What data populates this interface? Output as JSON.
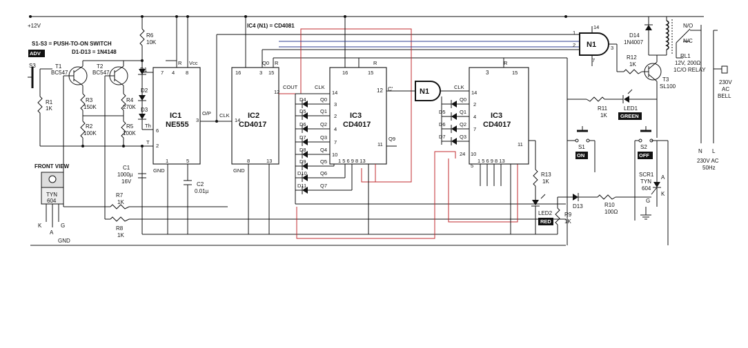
{
  "supply": {
    "vcc": "+12V",
    "gnd": "GND"
  },
  "notes": {
    "switches": "S1-S3 = PUSH-TO-ON SWITCH",
    "diodes": "D1-D13 = 1N4148",
    "ic4": "IC4 (N1) = CD4081",
    "front_view": "FRONT VIEW"
  },
  "tags": {
    "adv": "ADV",
    "on": "ON",
    "off": "OFF",
    "green": "GREEN",
    "red": "RED"
  },
  "ic1": {
    "name": "IC1",
    "part": "NE555",
    "pins": {
      "p7": "7",
      "p4": "4",
      "p8": "8",
      "p6": "6",
      "p2": "2",
      "p3": "3",
      "p1": "1",
      "p5": "5",
      "r": "R",
      "vcc": "Vcc",
      "th": "Th",
      "t": "T",
      "op": "O/P",
      "gnd": "GND"
    }
  },
  "ic2": {
    "name": "IC2",
    "part": "CD4017",
    "pins": {
      "p16": "16",
      "p3": "3",
      "p15": "15",
      "p12": "12",
      "p14": "14",
      "p8": "8",
      "p13": "13",
      "q0": "Q0",
      "r": "R",
      "cout": "COUT",
      "clk": "CLK",
      "gnd": "GND"
    }
  },
  "ic3a": {
    "name": "IC3",
    "part": "CD4017",
    "pins": {
      "p16": "16",
      "p15": "15",
      "r": "R",
      "clk": "CLK",
      "p14": "14",
      "p3": "3",
      "p2": "2",
      "p4": "4",
      "p7": "7",
      "p10": "10",
      "p11": "11",
      "bottom": "1 5 6 9 8 13",
      "q9": "Q9",
      "p12": "12",
      "c": "C'"
    },
    "outputs": [
      "Q0",
      "Q1",
      "Q2",
      "Q3",
      "Q4",
      "Q5",
      "Q6",
      "Q7"
    ],
    "diodes": [
      "D4",
      "D5",
      "D6",
      "D7",
      "D8",
      "D9",
      "D10",
      "D11"
    ]
  },
  "ic3b": {
    "name": "IC3",
    "part": "CD4017",
    "pins": {
      "p3": "3",
      "r": "R",
      "p15": "15",
      "clk": "CLK",
      "p14": "14",
      "p2": "2",
      "p4": "4",
      "p7": "7",
      "p10": "10",
      "p11": "11",
      "p5": "5",
      "bottom": "1 5 6 9 8 13",
      "p24": "24"
    },
    "outputs": [
      "Q0",
      "Q1",
      "Q2",
      "Q3"
    ],
    "diodes": [
      "D5",
      "D6",
      "D7"
    ]
  },
  "gate_mid": {
    "name": "N1"
  },
  "gate_top": {
    "name": "N1",
    "p1": "1",
    "p2": "2",
    "p3": "3",
    "p7": "7",
    "p14": "14"
  },
  "transistors": {
    "t1": "T1",
    "t1p": "BC547",
    "t2": "T2",
    "t2p": "BC547",
    "t3": "T3",
    "t3p": "SL100"
  },
  "resistors": {
    "r1": [
      "R1",
      "1K"
    ],
    "r2": [
      "R2",
      "100K"
    ],
    "r3": [
      "R3",
      "150K"
    ],
    "r4": [
      "R4",
      "270K"
    ],
    "r5": [
      "R5",
      "100K"
    ],
    "r6": [
      "R6",
      "10K"
    ],
    "r7": [
      "R7",
      "1K"
    ],
    "r8": [
      "R8",
      "1K"
    ],
    "r9": [
      "R9",
      "1K"
    ],
    "r10": [
      "R10",
      "100Ω"
    ],
    "r11": [
      "R11",
      "1K"
    ],
    "r12": [
      "R12",
      "1K"
    ],
    "r13": [
      "R13",
      "1K"
    ]
  },
  "caps": {
    "c1": "C1",
    "c1v": "1000µ",
    "c1r": "16V",
    "c2": "C2",
    "c2v": "0.01µ"
  },
  "diodes": {
    "d1": "D1",
    "d2": "D2",
    "d3": "D3",
    "d13": "D13",
    "d14": "D14",
    "d14p": "1N4007"
  },
  "switches": {
    "s1": "S1",
    "s2": "S2",
    "s3": "S3"
  },
  "leds": {
    "led1": "LED1",
    "led2": "LED2"
  },
  "relay": {
    "name": "RL1",
    "spec1": "12V, 200Ω",
    "spec2": "1C/O RELAY",
    "no": "N/O",
    "nc": "N/C"
  },
  "scr": {
    "name": "SCR1",
    "part": "TYN",
    "num": "604",
    "a": "A",
    "k": "K",
    "g": "G"
  },
  "pkg": {
    "part": "TYN",
    "num": "604",
    "k": "K",
    "a": "A",
    "g": "G"
  },
  "mains": {
    "n": "N",
    "l": "L",
    "v": "230V AC",
    "f": "50Hz"
  },
  "bell": {
    "v": "230V",
    "ac": "AC",
    "name": "BELL"
  }
}
